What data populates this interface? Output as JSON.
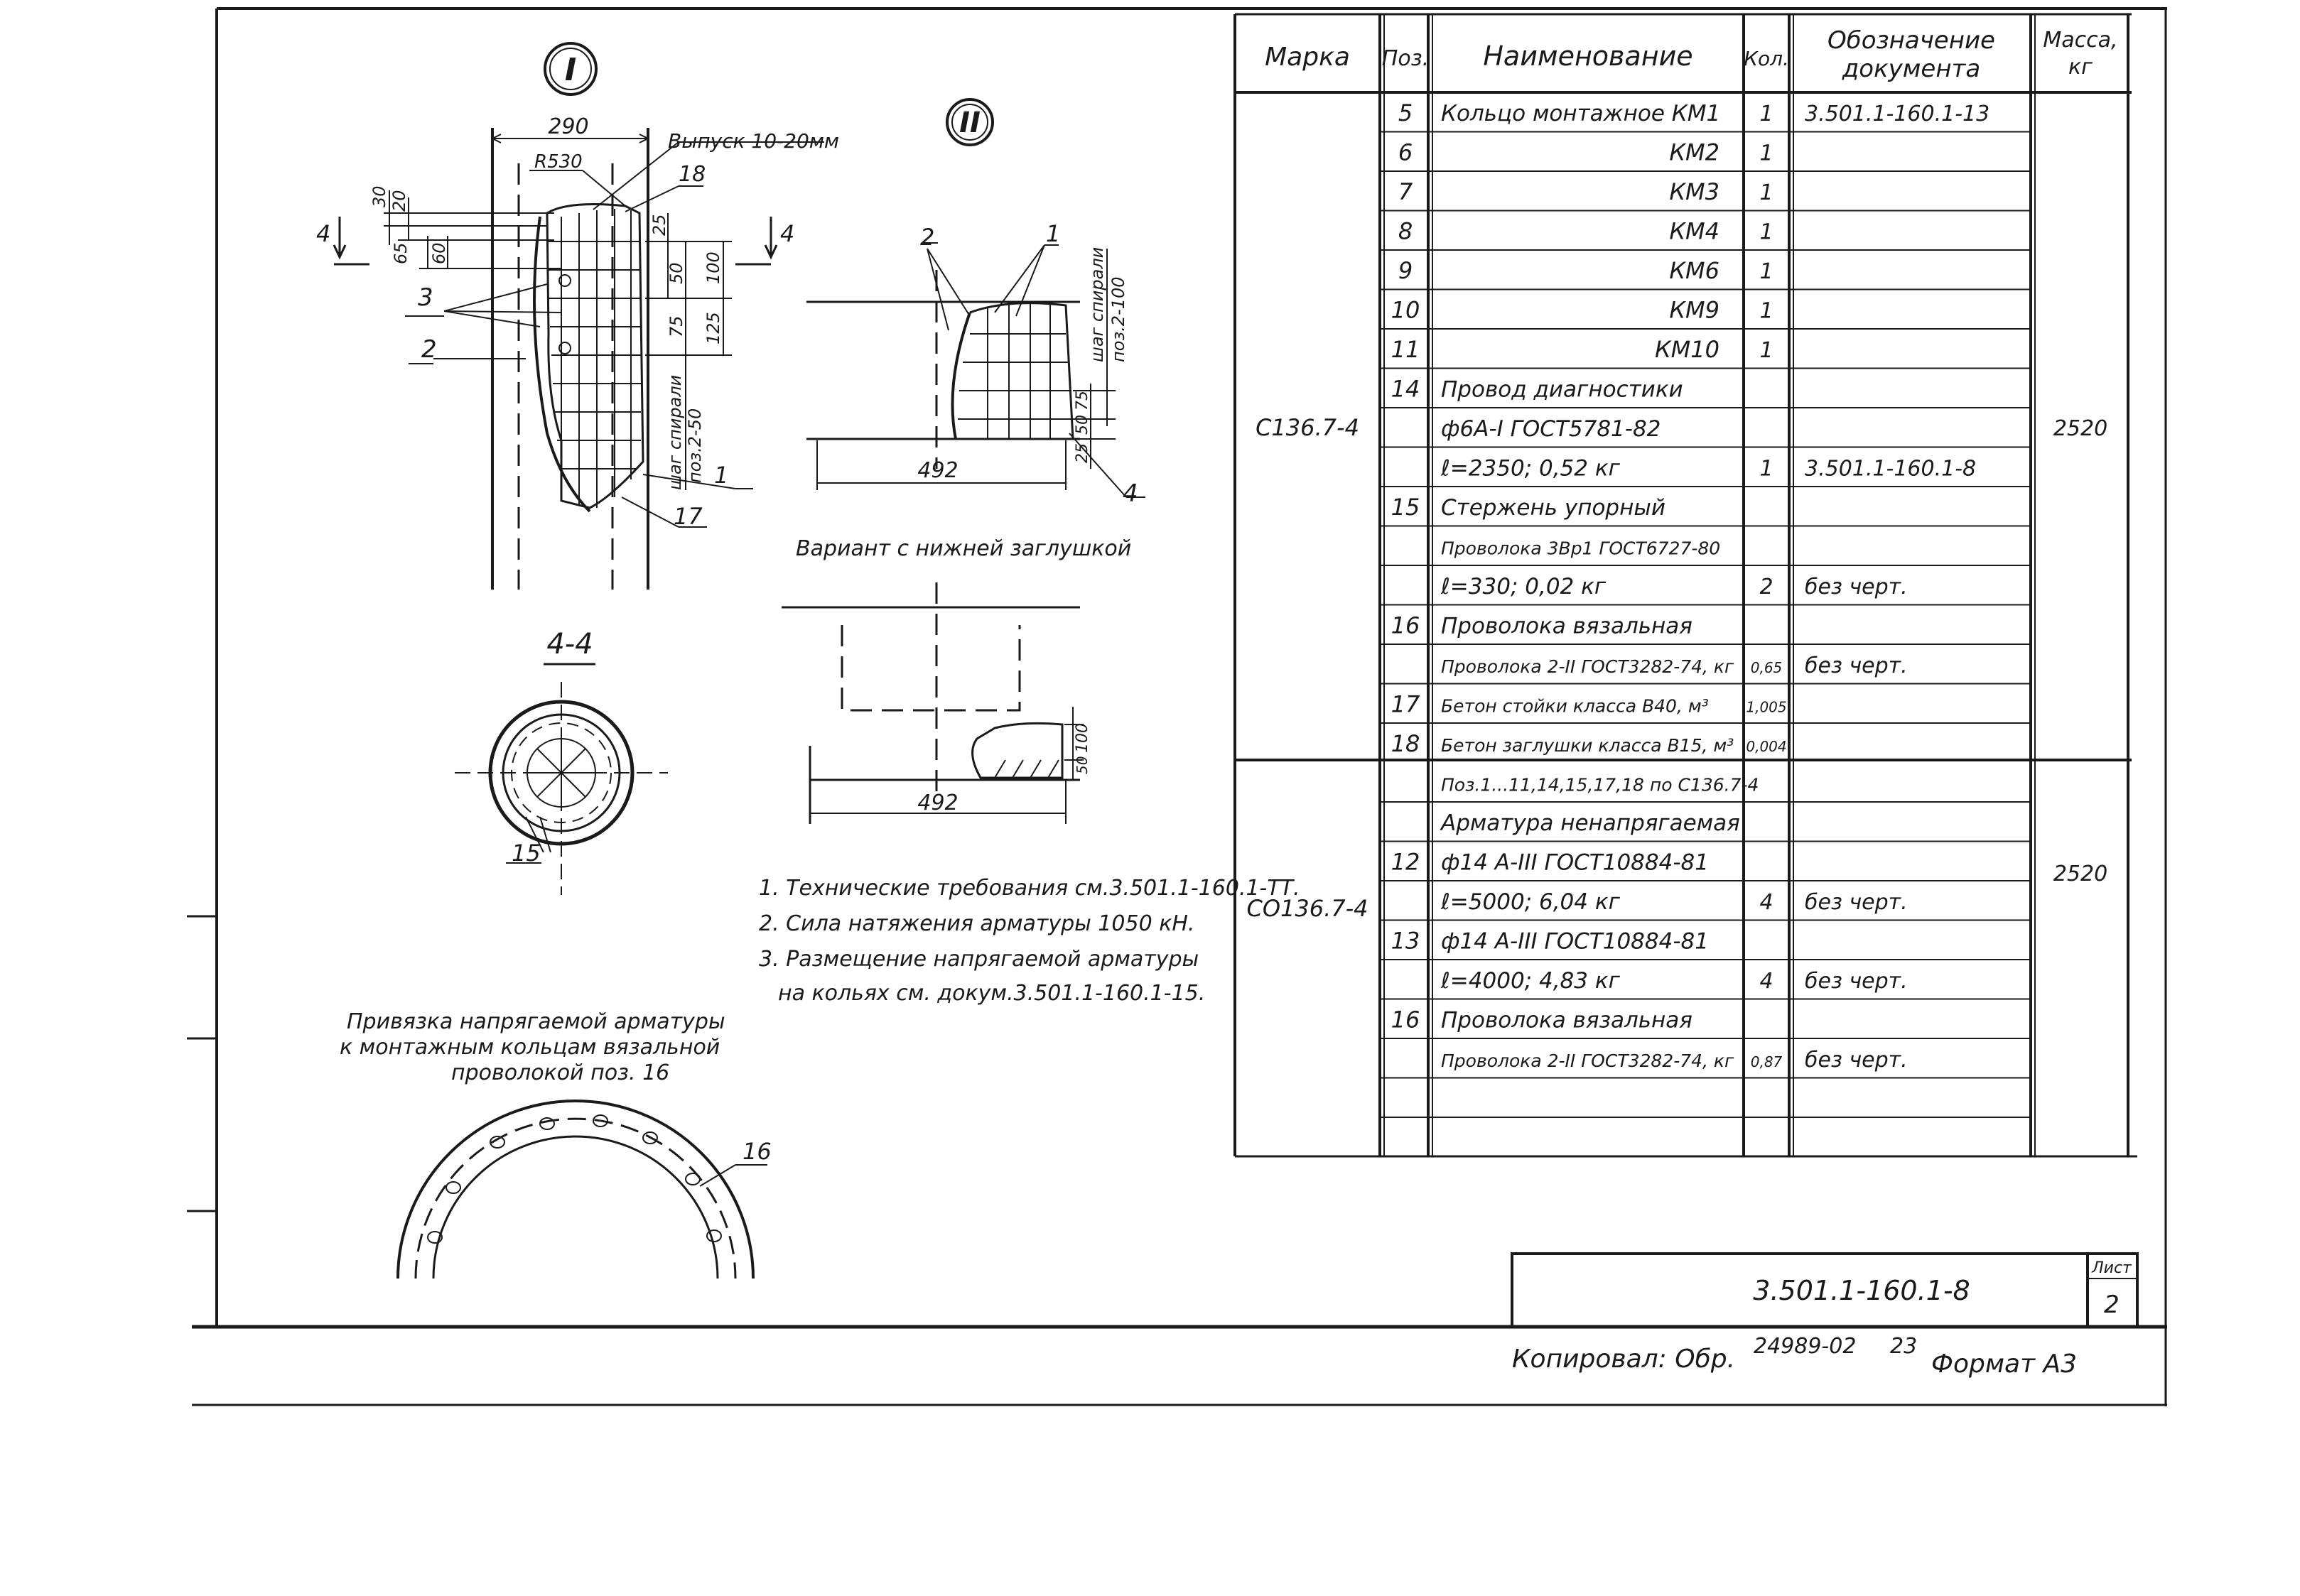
{
  "views": {
    "detail1_mark": "I",
    "detail2_mark": "II",
    "section_label": "4-4",
    "section_cut_num": "4",
    "bottom_plug_caption": "Вариант с нижней заглушкой"
  },
  "detail1": {
    "dim_290": "290",
    "vypusk": "Выпуск 10-20мм",
    "r530": "R530",
    "d30": "30",
    "d20": "20",
    "d65": "65",
    "d60": "60",
    "d25": "25",
    "d50": "50",
    "d100": "100",
    "d75": "75",
    "d125": "125",
    "spiral_step_1": "шаг спирали",
    "spiral_step_2": "поз.2-50",
    "pos_18": "18",
    "pos_3": "3",
    "pos_2": "2",
    "pos_1": "1",
    "pos_17": "17"
  },
  "detail2": {
    "pos_2": "2",
    "pos_1": "1",
    "pos_4": "4",
    "dim_492": "492",
    "d75": "75",
    "d50": "50",
    "d25": "25",
    "spiral_step_1": "шаг спирали",
    "spiral_step_2": "поз.2-100"
  },
  "section": {
    "pos_15": "15"
  },
  "plug": {
    "dim_492": "492",
    "d100": "100",
    "d50": "50"
  },
  "notes": [
    "1. Технические требования см.3.501.1-160.1-ТТ.",
    "2. Сила натяжения арматуры 1050 кН.",
    "3. Размещение напрягаемой арматуры",
    "на кольях см. докум.3.501.1-160.1-15."
  ],
  "binding": {
    "caption_1": "Привязка напрягаемой арматуры",
    "caption_2": "к монтажным кольцам вязальной",
    "caption_3": "проволокой поз. 16",
    "pos_16": "16"
  },
  "table": {
    "headers": {
      "marka": "Марка",
      "poz": "Поз.",
      "name": "Наименование",
      "kol": "Кол.",
      "doc_1": "Обозначение",
      "doc_2": "документа",
      "mass_1": "Масса,",
      "mass_2": "кг"
    },
    "group1": {
      "marka": "С136.7-4",
      "mass": "2520"
    },
    "group2": {
      "marka": "СО136.7-4",
      "mass": "2520"
    },
    "rows": [
      {
        "poz": "5",
        "name": "Кольцо монтажное КМ1",
        "kol": "1",
        "doc": "3.501.1-160.1-13"
      },
      {
        "poz": "6",
        "name": "КМ2",
        "kol": "1",
        "doc": ""
      },
      {
        "poz": "7",
        "name": "КМ3",
        "kol": "1",
        "doc": ""
      },
      {
        "poz": "8",
        "name": "КМ4",
        "kol": "1",
        "doc": ""
      },
      {
        "poz": "9",
        "name": "КМ6",
        "kol": "1",
        "doc": ""
      },
      {
        "poz": "10",
        "name": "КМ9",
        "kol": "1",
        "doc": ""
      },
      {
        "poz": "11",
        "name": "КМ10",
        "kol": "1",
        "doc": ""
      },
      {
        "poz": "14",
        "name": "Провод диагностики",
        "kol": "",
        "doc": ""
      },
      {
        "poz": "",
        "name": "ф6А-I ГОСТ5781-82",
        "kol": "",
        "doc": ""
      },
      {
        "poz": "",
        "name": "ℓ=2350; 0,52 кг",
        "kol": "1",
        "doc": "3.501.1-160.1-8"
      },
      {
        "poz": "15",
        "name": "Стержень упорный",
        "kol": "",
        "doc": ""
      },
      {
        "poz": "",
        "name": "Проволока 3Вр1 ГОСТ6727-80",
        "kol": "",
        "doc": ""
      },
      {
        "poz": "",
        "name": "ℓ=330; 0,02 кг",
        "kol": "2",
        "doc": "без черт."
      },
      {
        "poz": "16",
        "name": "Проволока вязальная",
        "kol": "",
        "doc": ""
      },
      {
        "poz": "",
        "name": "Проволока 2-II ГОСТ3282-74, кг",
        "kol": "0,65",
        "doc": "без черт."
      },
      {
        "poz": "17",
        "name": "Бетон стойки класса В40, м³",
        "kol": "1,005",
        "doc": ""
      },
      {
        "poz": "18",
        "name": "Бетон заглушки класса В15, м³",
        "kol": "0,004",
        "doc": ""
      },
      {
        "poz": "",
        "name": "Поз.1...11,14,15,17,18 по С136.7-4",
        "kol": "",
        "doc": ""
      },
      {
        "poz": "",
        "name": "Арматура ненапрягаемая",
        "kol": "",
        "doc": ""
      },
      {
        "poz": "12",
        "name": "ф14 А-III ГОСТ10884-81",
        "kol": "",
        "doc": ""
      },
      {
        "poz": "",
        "name": "ℓ=5000; 6,04 кг",
        "kol": "4",
        "doc": "без черт."
      },
      {
        "poz": "13",
        "name": "ф14 А-III ГОСТ10884-81",
        "kol": "",
        "doc": ""
      },
      {
        "poz": "",
        "name": "ℓ=4000; 4,83 кг",
        "kol": "4",
        "doc": "без черт."
      },
      {
        "poz": "16",
        "name": "Проволока вязальная",
        "kol": "",
        "doc": ""
      },
      {
        "poz": "",
        "name": "Проволока 2-II ГОСТ3282-74, кг",
        "kol": "0,87",
        "doc": "без черт."
      },
      {
        "poz": "",
        "name": "",
        "kol": "",
        "doc": ""
      },
      {
        "poz": "",
        "name": "",
        "kol": "",
        "doc": ""
      }
    ]
  },
  "title_block": {
    "doc_code": "3.501.1-160.1-8",
    "sheet_label": "Лист",
    "sheet_num": "2"
  },
  "footer": {
    "copied": "Копировал: Обр.",
    "inv": "24989-02",
    "inv2": "23",
    "format": "Формат А3"
  }
}
